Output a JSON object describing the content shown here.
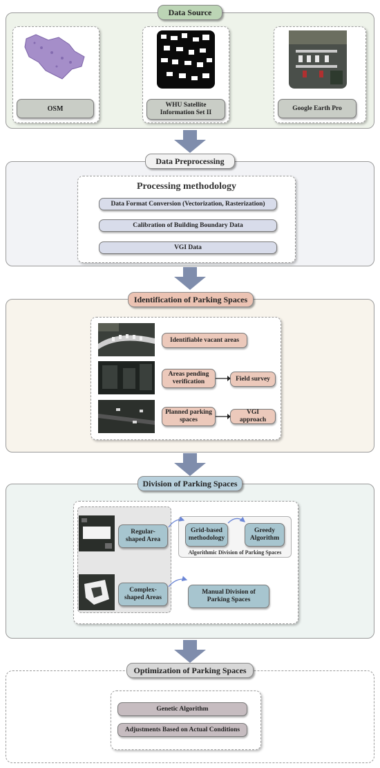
{
  "data_source": {
    "title": "Data Source",
    "items": [
      {
        "label": "OSM"
      },
      {
        "label": "WHU Satellite Information Set II"
      },
      {
        "label": "Google Earth Pro"
      }
    ]
  },
  "preprocessing": {
    "title": "Data Preprocessing",
    "box_title": "Processing methodology",
    "steps": [
      "Data Format Conversion (Vectorization, Rasterization)",
      "Calibration of Building Boundary Data",
      "VGI Data"
    ]
  },
  "identification": {
    "title": "Identification of Parking Spaces",
    "rows": [
      {
        "label": "Identifiable vacant areas",
        "next": ""
      },
      {
        "label": "Areas pending verification",
        "next": "Field survey"
      },
      {
        "label": "Planned parking spaces",
        "next": "VGI approach"
      }
    ]
  },
  "division": {
    "title": "Division of Parking Spaces",
    "regular": "Regular-shaped Area",
    "complex": "Complex-shaped Areas",
    "grid": "Grid-based methodology",
    "greedy": "Greedy Algorithm",
    "algo_caption": "Algorithmic Division of Parking Spaces",
    "manual": "Manual Division of Parking Spaces"
  },
  "optimization": {
    "title": "Optimization of Parking Spaces",
    "steps": [
      "Genetic Algorithm",
      "Adjustments Based on Actual Conditions"
    ]
  },
  "colors": {
    "source_bg": "#eef3ea",
    "source_title": "#bcd5b5",
    "pre_bg": "#f2f3f6",
    "ident_bg": "#f8f4ec",
    "ident_title": "#ecc3b3",
    "div_bg": "#eef4f2",
    "div_title": "#b8d0dc",
    "opt_title": "#d8d8d8",
    "arrow": "#7f8dac"
  }
}
